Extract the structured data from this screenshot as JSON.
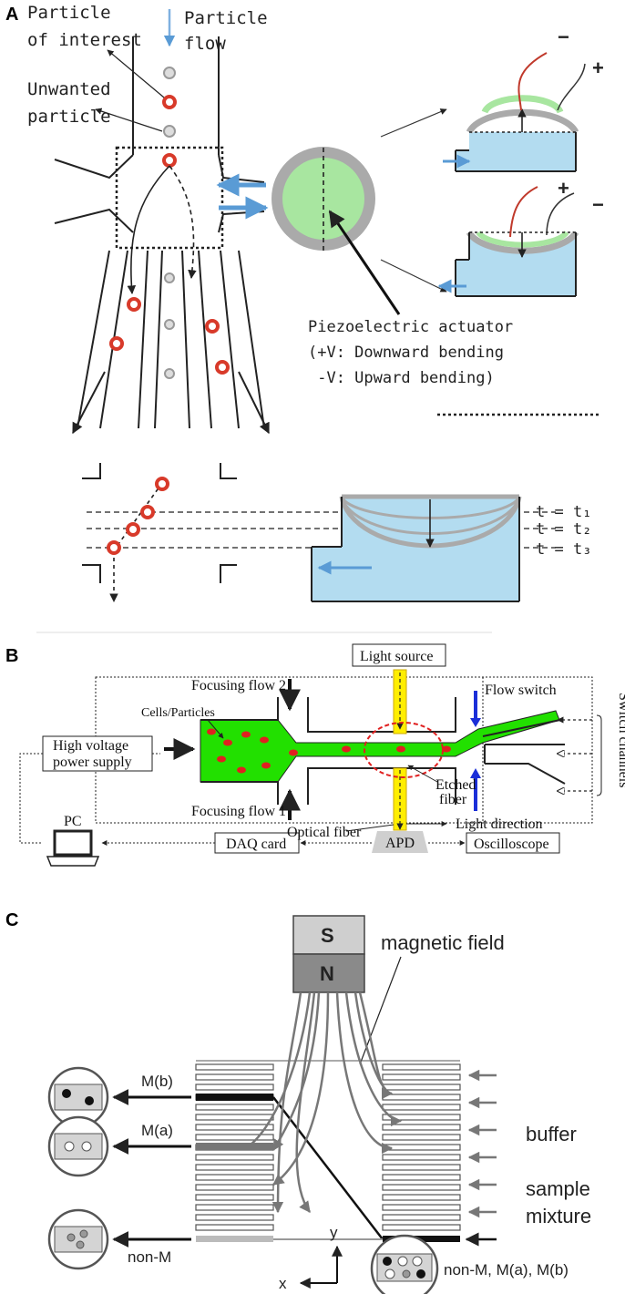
{
  "panel_a": {
    "label": "A",
    "particle_of_interest_1": "Particle",
    "particle_of_interest_2": "of interest",
    "particle_flow_1": "Particle",
    "particle_flow_2": "flow",
    "unwanted_1": "Unwanted",
    "unwanted_2": "particle",
    "actuator_1": "Piezoelectric actuator",
    "actuator_2": "(+V: Downward bending",
    "actuator_3": " -V: Upward bending)",
    "plus": "+",
    "minus": "−",
    "t1": "t = t₁",
    "t2": "t = t₂",
    "t3": "t = t₃",
    "colors": {
      "particle_red": "#d83a2a",
      "water": "#b3dcf0",
      "piezo": "#a8e6a0",
      "arrow_blue": "#5a9bd5"
    }
  },
  "panel_b": {
    "label": "B",
    "light_source": "Light source",
    "focusing_flow_2": "Focusing flow 2",
    "focusing_flow_1": "Focusing flow 1",
    "cells_particles": "Cells/Particles",
    "flow_switch": "Flow switch",
    "switch_channels": "Switch channels",
    "hv_1": "High voltage",
    "hv_2": "power supply",
    "etched_1": "Etched",
    "etched_2": "fiber",
    "optical_fiber": "Optical fiber",
    "light_direction": "Light direction",
    "pc": "PC",
    "daq": "DAQ card",
    "apd": "APD",
    "oscilloscope": "Oscilloscope",
    "colors": {
      "channel_green": "#22e000",
      "fiber_yellow": "#ffee00",
      "cell_red": "#e02020"
    }
  },
  "panel_c": {
    "label": "C",
    "magnetic_field": "magnetic field",
    "pole_s": "S",
    "pole_n": "N",
    "mb": "M(b)",
    "ma": "M(a)",
    "non_m": "non-M",
    "buffer": "buffer",
    "sample_1": "sample",
    "sample_2": "mixture",
    "axis_y": "y",
    "axis_x": "x",
    "legend": "non-M, M(a), M(b)"
  }
}
